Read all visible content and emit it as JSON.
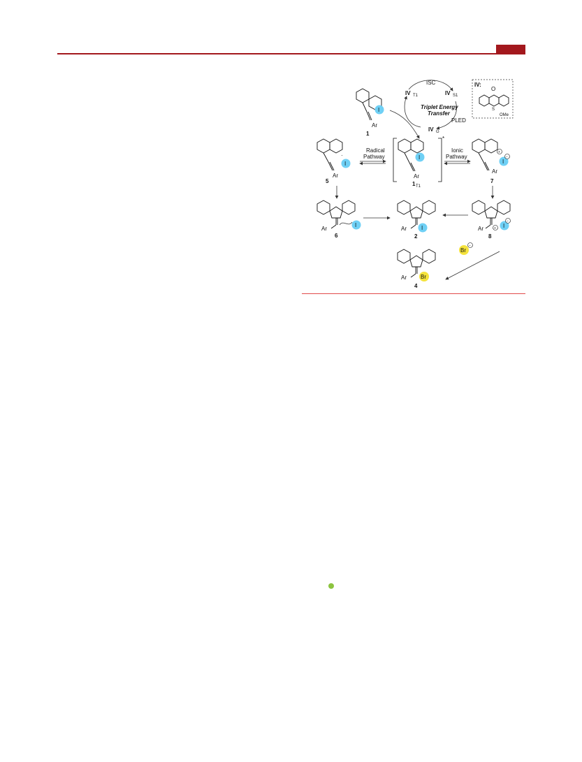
{
  "scheme": {
    "compound_1": "1",
    "ar": "Ar",
    "iodine": "I",
    "bromine": "Br",
    "iv_t1": "IV",
    "iv_t1_sub": "T1",
    "iv_s1": "IV",
    "iv_s1_sub": "S1",
    "iv_g": "IV",
    "iv_g_sub": "G",
    "isc": "ISC",
    "pled": "PLED",
    "triplet_line1": "Triplet Energy",
    "triplet_line2": "Transfer",
    "iv_box_label": "IV:",
    "iv_o": "O",
    "iv_s": "S",
    "iv_ome": "OMe",
    "radical_line1": "Radical",
    "radical_line2": "Pathway",
    "ionic_line1": "Ionic",
    "ionic_line2": "Pathway",
    "compound_5": "5",
    "compound_1t1": "1",
    "compound_1t1_sub": "T1",
    "compound_7": "7",
    "compound_6": "6",
    "compound_2": "2",
    "compound_8": "8",
    "compound_4": "4",
    "star": "*",
    "plus": "+",
    "minus": "−",
    "dot": "·",
    "iodine_color": "#6fd0f5",
    "bromine_color": "#f5e33c"
  }
}
